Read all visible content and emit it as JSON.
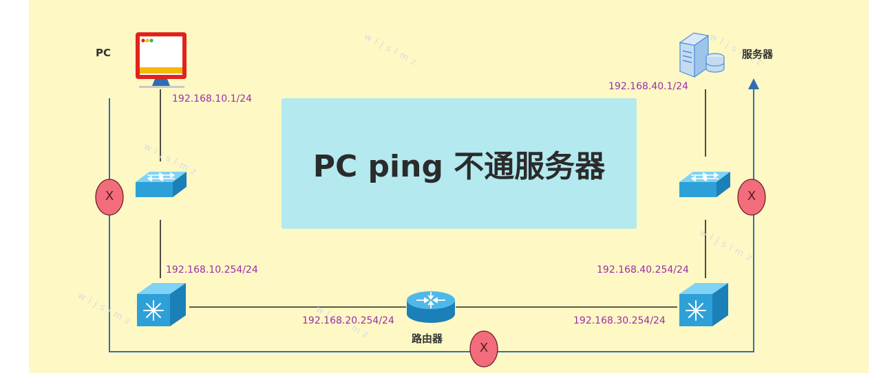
{
  "title": "PC ping 不通服务器",
  "nodes": {
    "pc": {
      "label": "PC",
      "icon": "monitor-icon"
    },
    "server": {
      "label": "服务器",
      "icon": "server-icon"
    },
    "router": {
      "label": "路由器",
      "icon": "router-icon"
    },
    "switch_left": {
      "icon": "switch-icon"
    },
    "switch_right": {
      "icon": "switch-icon"
    },
    "l3_left": {
      "icon": "layer3-switch-icon"
    },
    "l3_right": {
      "icon": "layer3-switch-icon"
    }
  },
  "addresses": {
    "pc_ip": "192.168.10.1/24",
    "server_ip": "192.168.40.1/24",
    "gw_left": "192.168.10.254/24",
    "gw_right": "192.168.40.254/24",
    "router_left": "192.168.20.254/24",
    "router_right": "192.168.30.254/24"
  },
  "failure_marks": [
    "X",
    "X",
    "X"
  ],
  "watermark": "wljslmz",
  "colors": {
    "background": "#fdf8c4",
    "title_box": "#b3e9ef",
    "ip_text": "#9b2fa8",
    "path_line": "#2f6db5",
    "fail_fill": "#f26c7c",
    "device_blue": "#2ea0d8"
  }
}
